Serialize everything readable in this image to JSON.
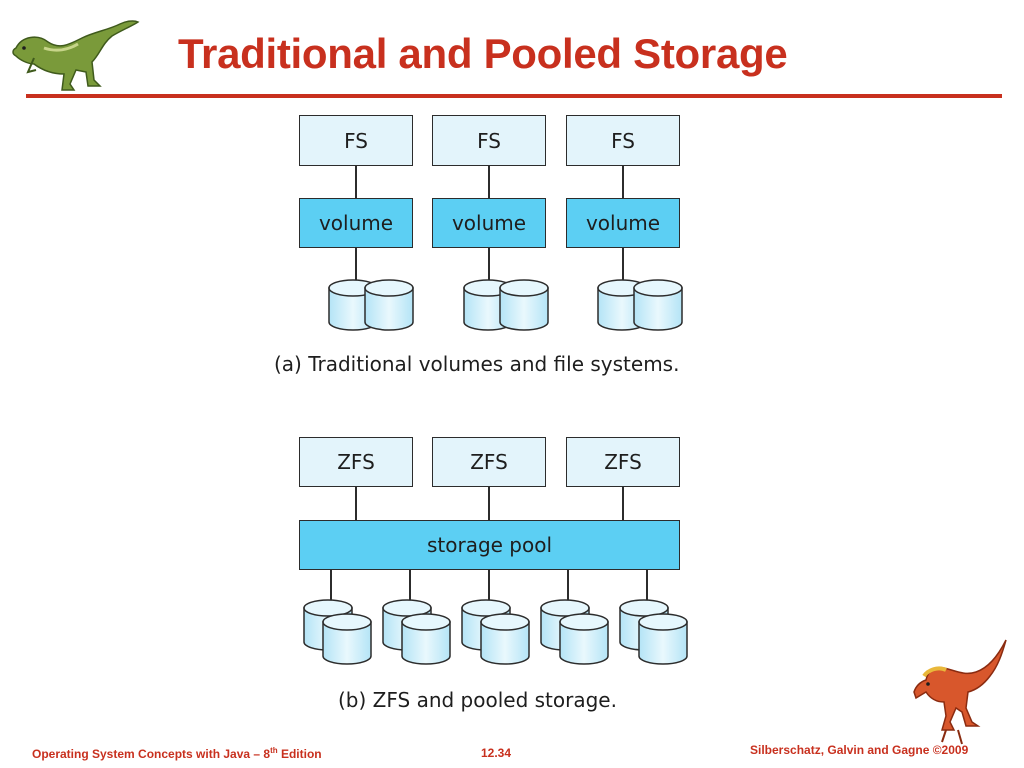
{
  "slide": {
    "title": "Traditional and Pooled Storage"
  },
  "diagram_a": {
    "fs_labels": [
      "FS",
      "FS",
      "FS"
    ],
    "volume_labels": [
      "volume",
      "volume",
      "volume"
    ],
    "caption": "(a) Traditional volumes and file systems."
  },
  "diagram_b": {
    "zfs_labels": [
      "ZFS",
      "ZFS",
      "ZFS"
    ],
    "pool_label": "storage pool",
    "caption": "(b) ZFS and pooled storage."
  },
  "footer": {
    "left_prefix": "Operating System Concepts  with Java – 8",
    "left_sup": "th",
    "left_suffix": " Edition",
    "page": "12.34",
    "right": "Silberschatz, Galvin and Gagne ©2009"
  },
  "colors": {
    "title": "#c8301e",
    "fs_fill": "#e3f4fb",
    "volume_fill": "#5ccff3",
    "disk_fill": "#cfeefa"
  },
  "icons": [
    "dinosaur-logo-green",
    "dinosaur-logo-red"
  ]
}
